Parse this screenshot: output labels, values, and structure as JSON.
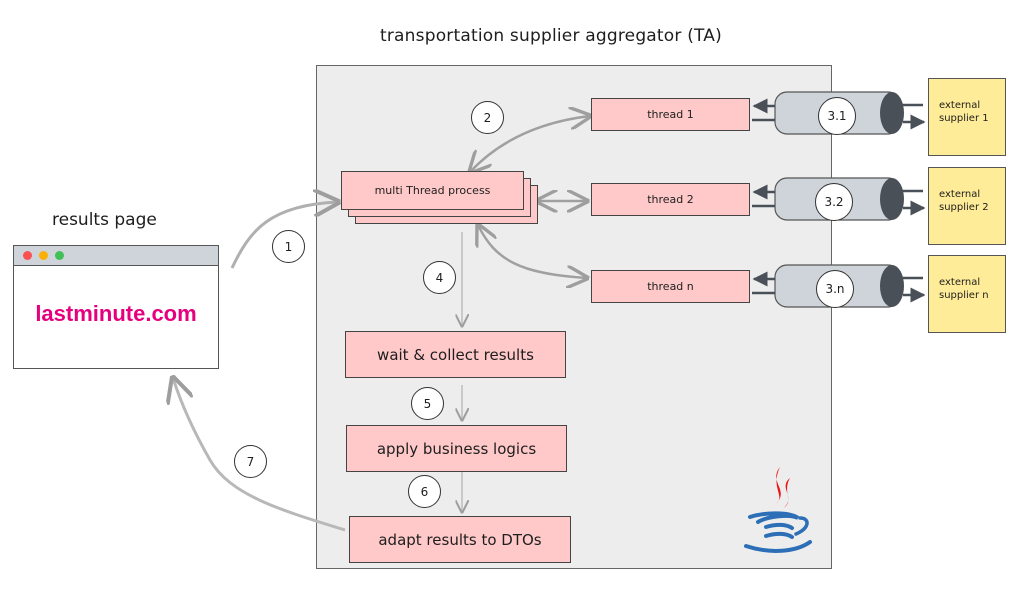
{
  "title": "transportation supplier aggregator (TA)",
  "results_page": {
    "label": "results page",
    "brand": "lastminute.com",
    "brand_color": "#e6007e",
    "window_dots": [
      "#fa5252",
      "#fab005",
      "#40c057"
    ]
  },
  "process": {
    "multi_thread": "multi Thread process",
    "threads": [
      "thread 1",
      "thread 2",
      "thread n"
    ],
    "steps": [
      "wait & collect results",
      "apply business logics",
      "adapt results to DTOs"
    ]
  },
  "connectors": [
    "3.1",
    "3.2",
    "3.n"
  ],
  "suppliers": [
    {
      "line1": "external",
      "line2": "supplier 1"
    },
    {
      "line1": "external",
      "line2": "supplier 2"
    },
    {
      "line1": "external",
      "line2": "supplier n"
    }
  ],
  "step_markers": {
    "s1": "1",
    "s2": "2",
    "s4": "4",
    "s5": "5",
    "s6": "6",
    "s7": "7"
  },
  "logo": "java-logo",
  "colors": {
    "process_fill": "#ffc9c9",
    "supplier_fill": "#ffec99",
    "container_fill": "#ededed",
    "pipe_fill": "#ced4da",
    "pipe_dark": "#495057",
    "arrow": "#9e9e9e"
  }
}
